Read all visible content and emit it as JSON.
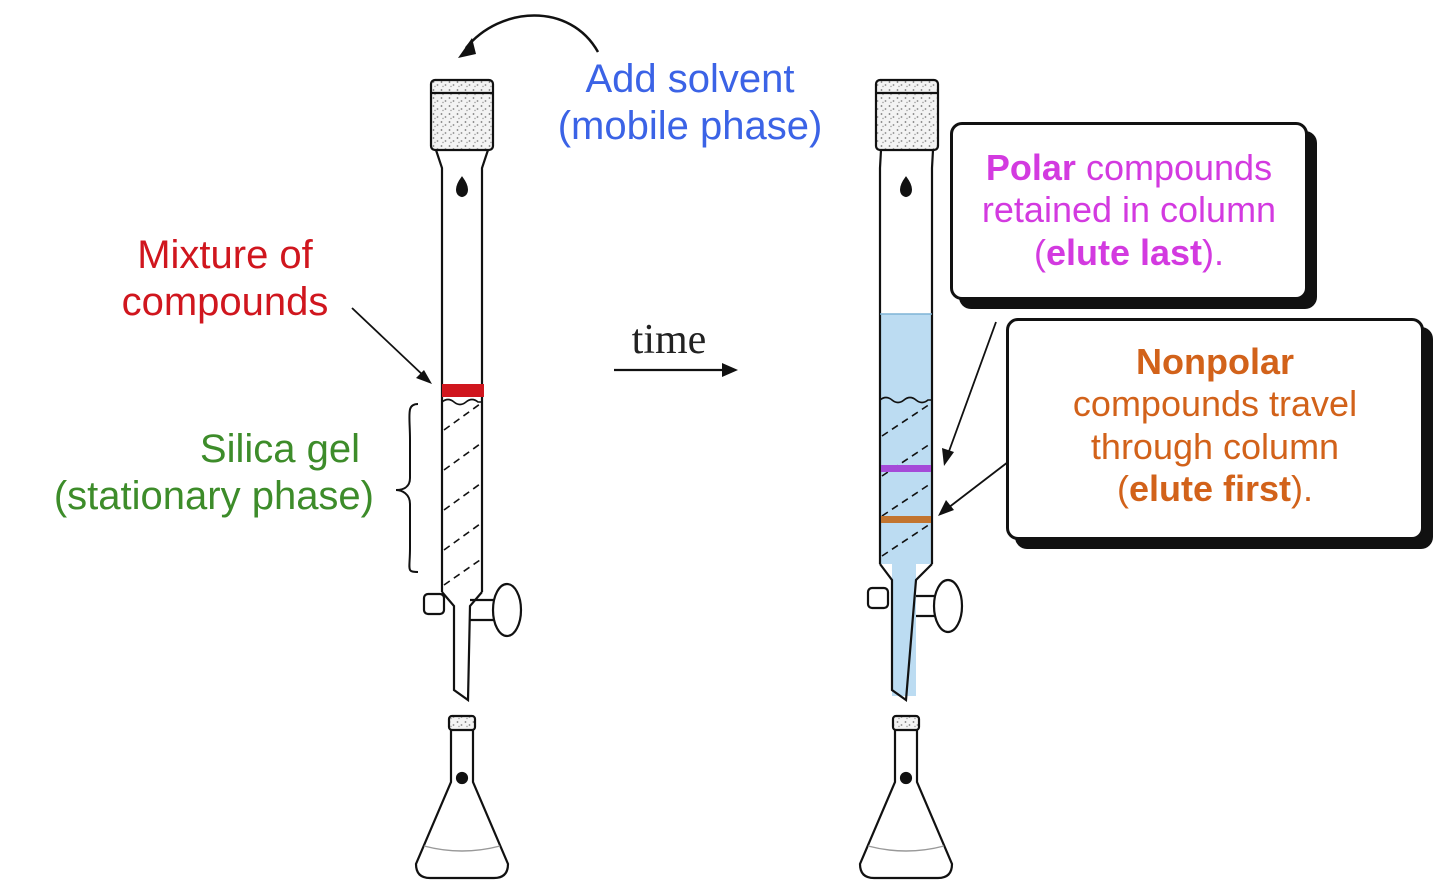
{
  "labels": {
    "add_solvent_line1": "Add solvent",
    "add_solvent_line2": "(mobile phase)",
    "mixture_line1": "Mixture of",
    "mixture_line2": "compounds",
    "silica_line1": "Silica gel",
    "silica_line2": "(stationary phase)",
    "time": "time"
  },
  "polar_box": {
    "word": "Polar",
    "rest1": " compounds",
    "line2": "retained in column",
    "open": "(",
    "bold": "elute last",
    "close": ")."
  },
  "nonpolar_box": {
    "word": "Nonpolar",
    "line2": "compounds travel",
    "line3": "through column",
    "open": "(",
    "bold": "elute first",
    "close": ")."
  },
  "colors": {
    "solvent_blue": "#3b63e6",
    "mixture_red": "#d0161e",
    "silica_green": "#3d8c2a",
    "polar_magenta": "#d33ae0",
    "nonpolar_orange": "#d2621a",
    "solvent_fill": "#bcdcf2"
  }
}
